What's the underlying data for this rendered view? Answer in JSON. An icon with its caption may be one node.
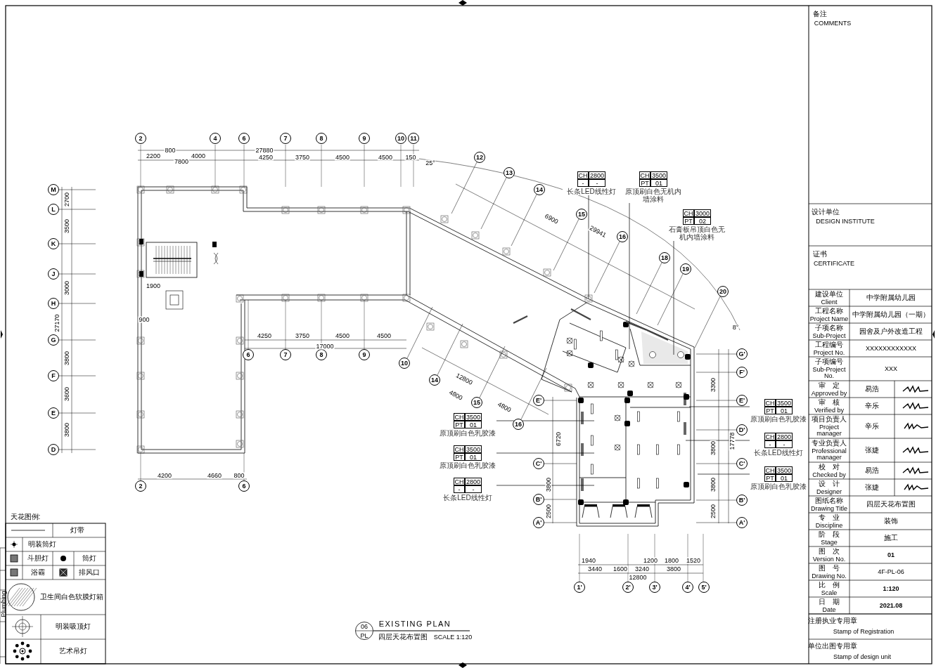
{
  "diagram": {
    "title": "EXISTING PLAN",
    "nodes": [
      {
        "text": [
          "CH",
          "2800",
          "-",
          "-",
          "长条LED线性灯"
        ]
      },
      {
        "text": [
          "CH",
          "3500",
          "PT",
          "01",
          "原顶刷白色无机内墙涂料"
        ]
      },
      {
        "text": [
          "CH",
          "3000",
          "PT",
          "02",
          "石膏板吊顶白色无机内墙涂料"
        ]
      },
      {
        "text": [
          "CH",
          "3500",
          "PT",
          "01",
          "原顶刷白色乳胶漆"
        ]
      },
      {
        "text": [
          "CH",
          "3500",
          "PT",
          "01",
          "原顶刷白色乳胶漆"
        ]
      },
      {
        "text": [
          "CH",
          "2800",
          "-",
          "-",
          "长条LED线性灯"
        ]
      },
      {
        "text": [
          "CH",
          "3500",
          "PT",
          "01",
          "原顶刷白色乳胶漆"
        ]
      },
      {
        "text": [
          "CH",
          "2800",
          "-",
          "-",
          "长条LED线性灯"
        ]
      },
      {
        "text": [
          "CH",
          "3500",
          "PT",
          "01",
          "原顶刷白色乳胶漆"
        ]
      }
    ],
    "edges": [
      {
        "from": 0,
        "to": null,
        "arrow": "none"
      },
      {
        "from": 1,
        "to": null,
        "arrow": "none"
      },
      {
        "from": 2,
        "to": null,
        "arrow": "none"
      },
      {
        "from": 3,
        "to": null,
        "arrow": "none"
      },
      {
        "from": 4,
        "to": null,
        "arrow": "none"
      },
      {
        "from": 5,
        "to": null,
        "arrow": "none"
      },
      {
        "from": 6,
        "to": null,
        "arrow": "none"
      },
      {
        "from": 7,
        "to": null,
        "arrow": "none"
      },
      {
        "from": 8,
        "to": null,
        "arrow": "none"
      }
    ],
    "labels": [
      "2",
      "4",
      "6",
      "7",
      "8",
      "9",
      "10",
      "11",
      "12",
      "13",
      "14",
      "15",
      "16",
      "18",
      "19",
      "20",
      "M",
      "L",
      "K",
      "J",
      "H",
      "G",
      "F",
      "E",
      "D",
      "6",
      "7",
      "8",
      "9",
      "10",
      "14",
      "15",
      "16",
      "2",
      "6",
      "E'",
      "C'",
      "B'",
      "A'",
      "G'",
      "F'",
      "E'",
      "D'",
      "C'",
      "B'",
      "A'",
      "1'",
      "2'",
      "3'",
      "4'",
      "5'",
      "27880",
      "2200",
      "800",
      "7800",
      "4000",
      "4250",
      "3750",
      "4500",
      "4500",
      "150",
      "4250",
      "3750",
      "4500",
      "4500",
      "17000",
      "4200",
      "4660",
      "800",
      "2700",
      "3500",
      "3000",
      "27170",
      "3800",
      "3600",
      "3800",
      "1900",
      "900",
      "1940",
      "1200",
      "1800",
      "1520",
      "3440",
      "1600",
      "3240",
      "3800",
      "12800",
      "17778",
      "3300",
      "3800",
      "3800",
      "2500",
      "6720",
      "3800",
      "2500",
      "6900",
      "29941",
      "4800",
      "12800",
      "4800",
      "25°",
      "8°",
      "06",
      "PL",
      "四层天花布置图",
      "SCALE 1:120",
      "天花图例:",
      "备注",
      "COMMENTS",
      "设计单位",
      "DESIGN INSTITUTE",
      "证书",
      "CERTIFICATE",
      "建设单位",
      "Client",
      "中学附属幼儿园",
      "工程名称",
      "Project Name",
      "中学附属幼儿园（一期）",
      "子项名称",
      "Sub-Project",
      "园舍及户外改造工程",
      "工程编号",
      "Project No.",
      "XXXXXXXXXXXX",
      "子项编号",
      "Sub-Project No.",
      "XXX",
      "审　定",
      "Approved by",
      "易浩",
      "审　核",
      "Verified by",
      "辛乐",
      "项目负责人",
      "Project manager",
      "辛乐",
      "专业负责人",
      "Professional manager",
      "张婕",
      "校　对",
      "Checked by",
      "易浩",
      "设　计",
      "Designer",
      "张婕",
      "图纸名称",
      "Drawing Title",
      "四层天花布置图",
      "专　业",
      "Discipline",
      "装饰",
      "阶　段",
      "Stage",
      "施工",
      "图　次",
      "Version No.",
      "01",
      "图　号",
      "Drawing No.",
      "4F-PL-06",
      "比　例",
      "Scale",
      "1:120",
      "日　期",
      "Date",
      "2021.08",
      "注册执业专用章",
      "Stamp of Registration",
      "单位出图专用章",
      "Stamp of design unit",
      "Plumbing"
    ],
    "legend": [
      {
        "text": "灯带"
      },
      {
        "text": "明装筒灯"
      },
      {
        "text": "斗胆灯"
      },
      {
        "text": "筒灯"
      },
      {
        "text": "浴霸"
      },
      {
        "text": "排风口"
      },
      {
        "text": "卫生间白色软膜灯箱"
      },
      {
        "text": "明装吸顶灯"
      },
      {
        "text": "艺术吊灯"
      }
    ]
  }
}
